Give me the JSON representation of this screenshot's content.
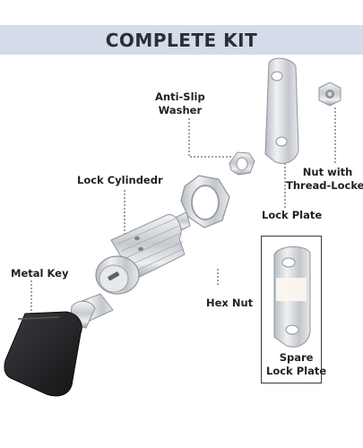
{
  "title": "COMPLETE KIT",
  "labels": {
    "washer_line1": "Anti-Slip",
    "washer_line2": "Washer",
    "nut_thread_line1": "Nut with",
    "nut_thread_line2": "Thread-Locker",
    "lock_cylinder": "Lock Cylindedr",
    "lock_plate": "Lock Plate",
    "metal_key": "Metal Key",
    "hex_nut": "Hex Nut",
    "spare_line1": "Spare",
    "spare_line2": "Lock Plate"
  },
  "colors": {
    "banner": "#d4dbe9",
    "title_text": "#2b2f36",
    "metal": "#c9ccd1",
    "key_head": "#1f1f22"
  }
}
